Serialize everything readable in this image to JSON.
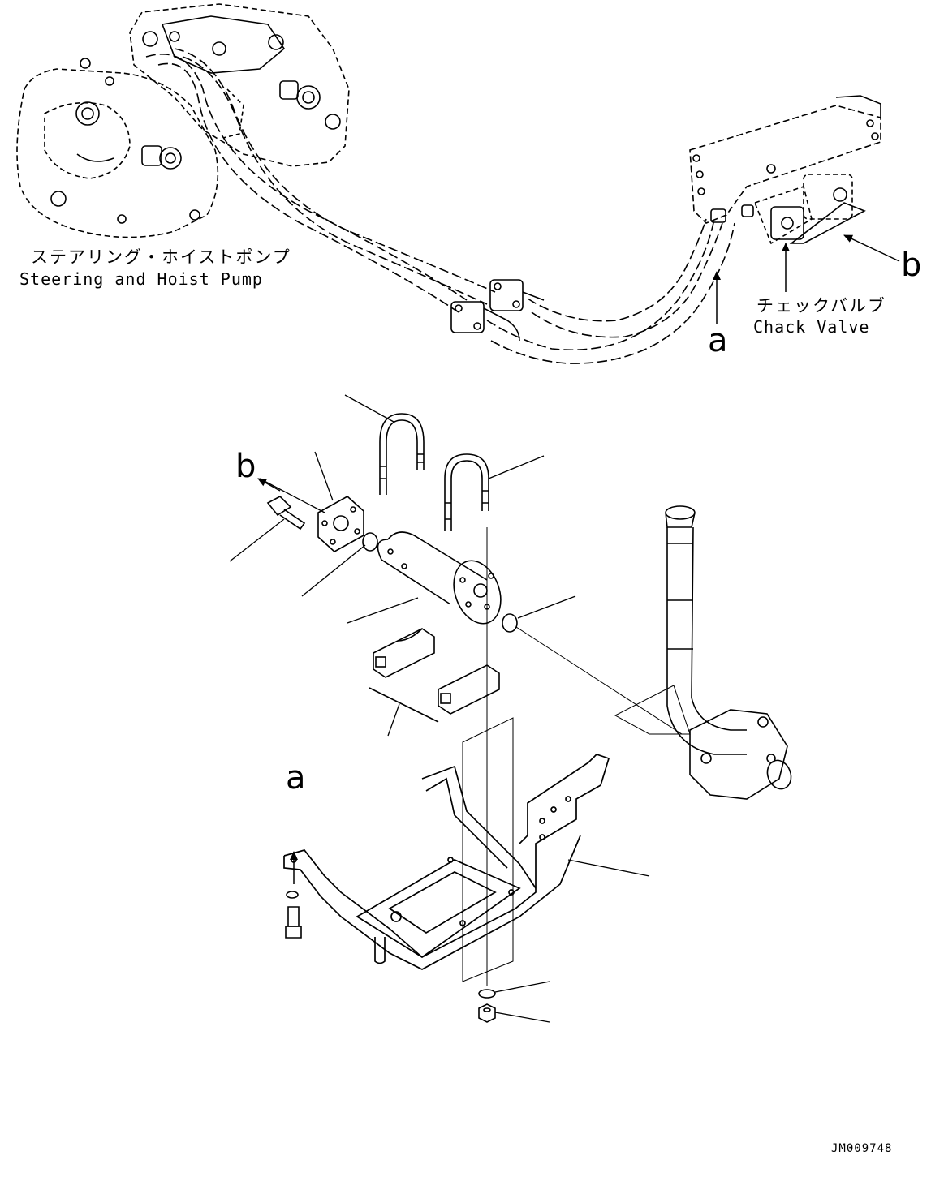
{
  "labels": {
    "pump_jp": "ステアリング・ホイストポンプ",
    "pump_en": "Steering and Hoist Pump",
    "valve_jp": "チェックバルブ",
    "valve_en": "Chack Valve",
    "ref_a_top": "a",
    "ref_b_top": "b",
    "ref_b_mid": "b",
    "ref_a_bottom": "a",
    "drawing_code": "JM009748"
  }
}
